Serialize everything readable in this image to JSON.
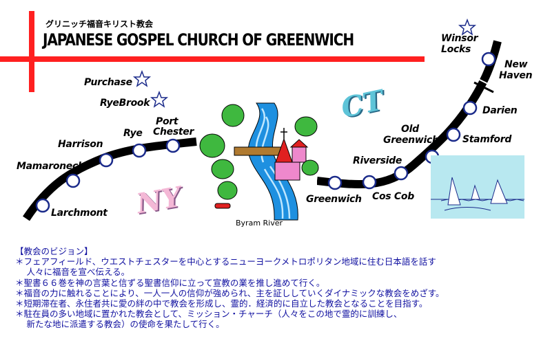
{
  "header": {
    "jp_title": "グリニッチ福音キリスト教会",
    "en_title": "JAPANESE GOSPEL CHURCH OF GREENWICH"
  },
  "map": {
    "states": {
      "ct": "CT",
      "ny": "NY"
    },
    "river_label": "Byram River",
    "stations_ny": [
      "Larchmont",
      "Mamaroneck",
      "Harrison",
      "Rye",
      "Port Chester"
    ],
    "stations_ct": [
      "Greenwich",
      "Cos Cob",
      "Riverside",
      "Old Greenwich",
      "Stamford",
      "Darien",
      "New Haven"
    ],
    "places": [
      "Purchase",
      "RyeBrook",
      "Winsor Locks"
    ],
    "labels": {
      "larchmont": "Larchmont",
      "mamaroneck": "Mamaroneck",
      "harrison": "Harrison",
      "rye": "Rye",
      "port_chester_1": "Port",
      "port_chester_2": "Chester",
      "greenwich": "Greenwich",
      "cos_cob": "Cos Cob",
      "riverside": "Riverside",
      "old_greenwich_1": "Old",
      "old_greenwich_2": "Greenwich",
      "stamford": "Stamford",
      "darien": "Darien",
      "new_haven_1": "New",
      "new_haven_2": "Haven",
      "purchase": "Purchase",
      "ryebrook": "RyeBrook",
      "winsor_1": "Winsor",
      "winsor_2": "Locks"
    },
    "colors": {
      "rail": "#000000",
      "cross": "#ff2020",
      "river": "#2a9ad8",
      "church": "#ee88cc",
      "sea": "#b8e8f0"
    }
  },
  "vision": {
    "heading": "【教会のビジョン】",
    "items": [
      "＊フェアフィールド、ウエストチェスターを中心とするニューヨークメトロポリタン地域に住む日本語を話す",
      "　 人々に福音を宣べ伝える。",
      "＊聖書６６巻を神の言葉と信ずる聖書信仰に立って宣教の業を推し進めて行く。",
      "＊福音の力に触れることにより、一人一人の信仰が強められ、主を証ししていくダイナミックな教会をめざす。",
      "＊短期滞在者、永住者共に愛の絆の中で教会を形成し、霊的．経済的に自立した教会となることを目指す。",
      "＊駐在員の多い地域に置かれた教会として、ミッション・チャーチ（人々をこの地で霊的に訓練し、",
      "　 新たな地に派遣する教会）の使命を果たして行く。"
    ]
  }
}
